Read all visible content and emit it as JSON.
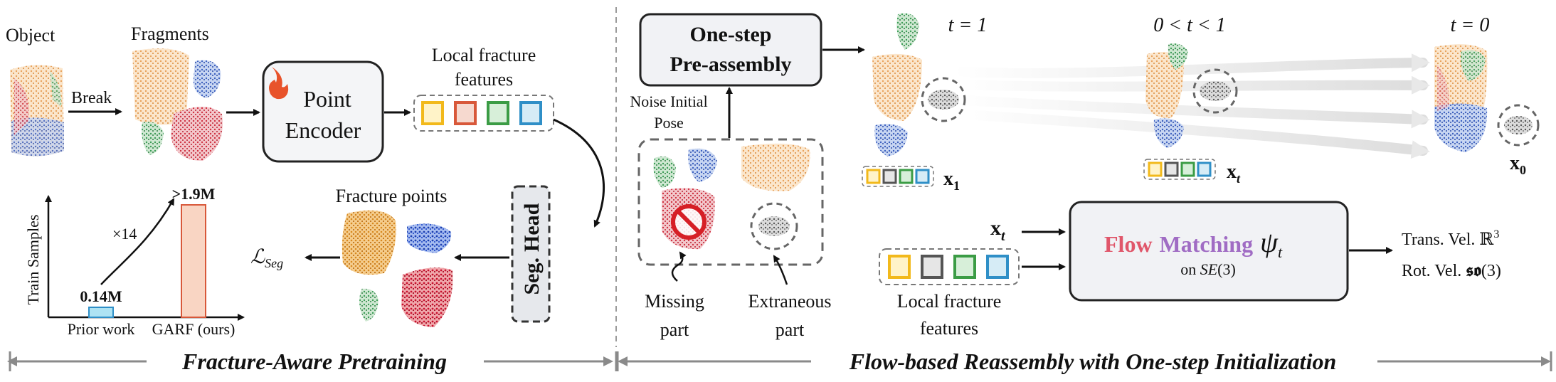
{
  "left_panel": {
    "object_label": "Object",
    "fragments_label": "Fragments",
    "break_label": "Break",
    "encoder_label_1": "Point",
    "encoder_label_2": "Encoder",
    "local_features_label_1": "Local fracture",
    "local_features_label_2": "features",
    "fracture_points_label": "Fracture points",
    "seg_head_label_1": "Seg.",
    "seg_head_label_2": "Head",
    "loss_main": "ℒ",
    "loss_sub": "Seg",
    "footer_label": "Fracture-Aware Pretraining"
  },
  "bar_chart": {
    "ylabel": "Train Samples",
    "multiplier_label": "×14",
    "categories": [
      "Prior work",
      "GARF (ours)"
    ],
    "value_labels": [
      "0.14M",
      ">1.9M"
    ],
    "value_colors": [
      "#1f5fb4",
      "#c0282a"
    ],
    "bar_colors": [
      "#aee3f3",
      "#f9d5c3"
    ]
  },
  "chart_data": {
    "type": "bar",
    "categories": [
      "Prior work",
      "GARF (ours)"
    ],
    "values": [
      0.14,
      1.9
    ],
    "data_labels": [
      "0.14M",
      ">1.9M"
    ],
    "annotation": "×14",
    "ylabel": "Train Samples",
    "xlabel": ""
  },
  "right_panel": {
    "preassembly_line1": "One-step",
    "preassembly_line2": "Pre-assembly",
    "noise_label_1": "Noise Initial",
    "noise_label_2": "Pose",
    "missing_label_1": "Missing",
    "missing_label_2": "part",
    "extraneous_label_1": "Extraneous",
    "extraneous_label_2": "part",
    "t1_label": "t = 1",
    "tmid_label": "0 < t < 1",
    "t0_label": "t = 0",
    "x1_label": "x",
    "x1_sub": "1",
    "xt_label": "x",
    "xt_sub": "t",
    "x0_label": "x",
    "x0_sub": "0",
    "flow_input_x": "x",
    "flow_input_sub": "t",
    "flow_title_a": "Flow",
    "flow_title_b": "Matching",
    "flow_psi": "ψ",
    "flow_psi_sub": "t",
    "flow_sub_a": "on ",
    "flow_sub_b": "SE",
    "flow_sub_c": "(3)",
    "out_trans_a": "Trans. Vel. ℝ",
    "out_trans_sup": "3",
    "out_rot_a": "Rot. Vel. ",
    "out_rot_b": "𝖘𝖔",
    "out_rot_c": "(3)",
    "local_features_label_1": "Local fracture",
    "local_features_label_2": "features",
    "footer_label": "Flow-based Reassembly with One-step Initialization"
  },
  "colors": {
    "feature_yellow": "#f2b91b",
    "feature_orange": "#d8583a",
    "feature_green": "#3b9c45",
    "feature_blue": "#2f8fc7",
    "feature_gray": "#555555",
    "pink": "#e0566a",
    "blue": "#5b7fd6",
    "purple": "#a06cc4"
  }
}
